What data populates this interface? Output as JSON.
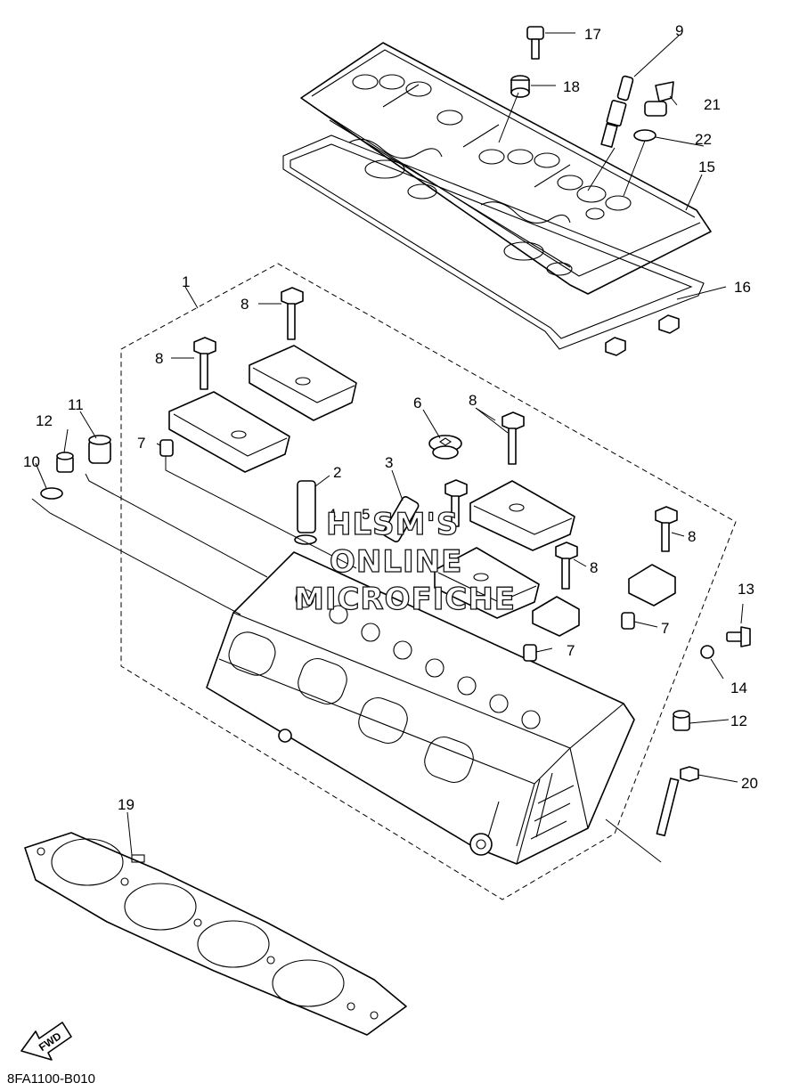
{
  "diagram": {
    "drawing_code": "8FA1100-B010",
    "fwd_label": "FWD",
    "watermark": [
      "HLSM'S",
      "ONLINE",
      "MICROFICHE"
    ],
    "callouts": [
      "1",
      "2",
      "3",
      "4",
      "5",
      "6",
      "7",
      "7",
      "7",
      "7",
      "8",
      "8",
      "8",
      "8",
      "8",
      "8",
      "9",
      "10",
      "11",
      "12",
      "12",
      "13",
      "14",
      "15",
      "16",
      "17",
      "18",
      "19",
      "20",
      "21",
      "22"
    ]
  }
}
